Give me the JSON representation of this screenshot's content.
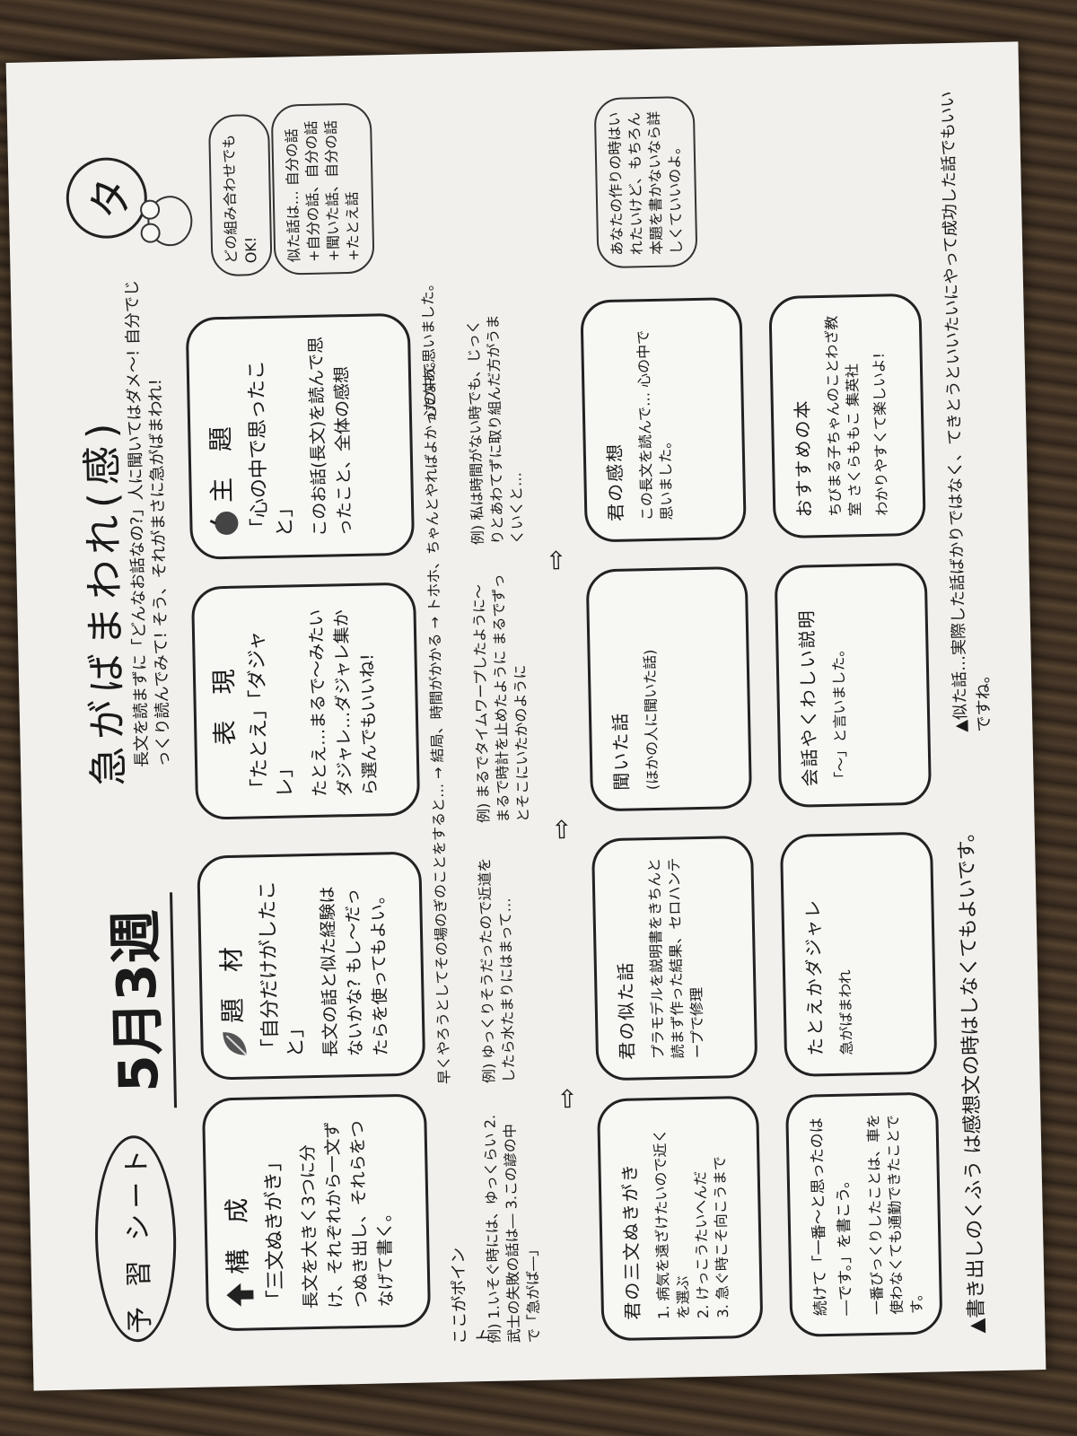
{
  "header": {
    "label": "予 習 シート",
    "week": "5月3週",
    "title": "急がばまわれ(感)",
    "stamp": "タ",
    "lead1": "長文を読まずに「どんなお話なの?」人に聞いてはダメ～! 自分でじっくり読んでみて! そう、それがまさに急がばまわれ!",
    "side": "どの組み合わせでもOK!"
  },
  "boxes": {
    "kousei": {
      "head": "構 成",
      "q": "「三文ぬきがき」",
      "body": "長文を大きく3つに分け、それぞれから一文ずつぬき出し、それらをつなげて書く。"
    },
    "daizai": {
      "head": "題 材",
      "q": "「自分だけがしたこと」",
      "body": "長文の話と似た経験はないかな? もし～だったらを使ってもよい。"
    },
    "hyougen": {
      "head": "表 現",
      "q": "「たとえ」「ダジャレ」",
      "body": "たとえ…まるで～みたい ダジャレ…ダジャレ集から選んでもいいね!"
    },
    "shudai": {
      "head": "主 題",
      "q": "「心の中で思ったこと」",
      "body": "このお話(長文)を読んで思ったこと、全体の感想"
    }
  },
  "notes": {
    "pointtag": "ここがポイント",
    "ex1": "例) 1.いそぐ時には、ゆっくらい 2.武士の失敗の話は― 3.この諺の中で「急がば―」",
    "ex2": "例) ゆっくりそうだったので近道をしたら水たまりにはまって…",
    "ex3": "例) まるでタイムワープしたように～まるで時計を止めたように まるでずっとそこにいたかのように",
    "ex4": "例) 私は時間がない時でも、じっくりとあわてずに取り組んだ方がうまくいくと…",
    "mid1": "早くやろうとしてその場のぎのことをすると… → 結局、時間がかかる → トホホ、ちゃんとやればよかったなあ。",
    "mid2": "心の中で思いました。"
  },
  "lower": {
    "kimi3": {
      "head": "君の三文ぬきがき",
      "items": [
        "1. 病気を遠ざけたいので近くを選ぶ",
        "2. けっこうたいへんだ",
        "3. 急ぐ時こそ向こうまで"
      ]
    },
    "kimiNita": {
      "head": "君の似た話",
      "body": "プラモデルを説明書をきちんと読まず作った結果、セロハンテープで修理"
    },
    "kiita": {
      "head": "聞いた話",
      "body": "(ほかの人に聞いた話)"
    },
    "kansou": {
      "head": "君の感想",
      "body": "この長文を読んで… 心の中で思いました。"
    },
    "tsuzuke": {
      "head": "続けて「一番～と思ったのは―です。」を書こう。",
      "body": "一番びっくりしたことは、車を使わなくても通勤できたことです。"
    },
    "tatoe": {
      "head": "たとえかダジャレ",
      "body": "急がばまわれ"
    },
    "kaiwa": {
      "head": "会話やくわしい説明",
      "body": "「～」と言いました。"
    },
    "osusume": {
      "head": "おすすめの本",
      "body": "ちびまる子ちゃんのことわざ教室 さくらももこ 集英社",
      "note": "わかりやすくて楽しいよ!"
    }
  },
  "side": {
    "cloud1": "似た話は… 自分の話+自分の話、自分の話+聞いた話、自分の話+たとえ話",
    "cloud2": "あなたの作りの時はいれたいけど、もちろん本題を書かないなら詳しくていいのよ。"
  },
  "footer": {
    "left": "▲書き出しのくふう は感想文の時はしなくてもよいです。",
    "right": "▲似た話…実際した話ばかりではなく、てきとうといいたいにやって成功した話でもいいですね。"
  }
}
